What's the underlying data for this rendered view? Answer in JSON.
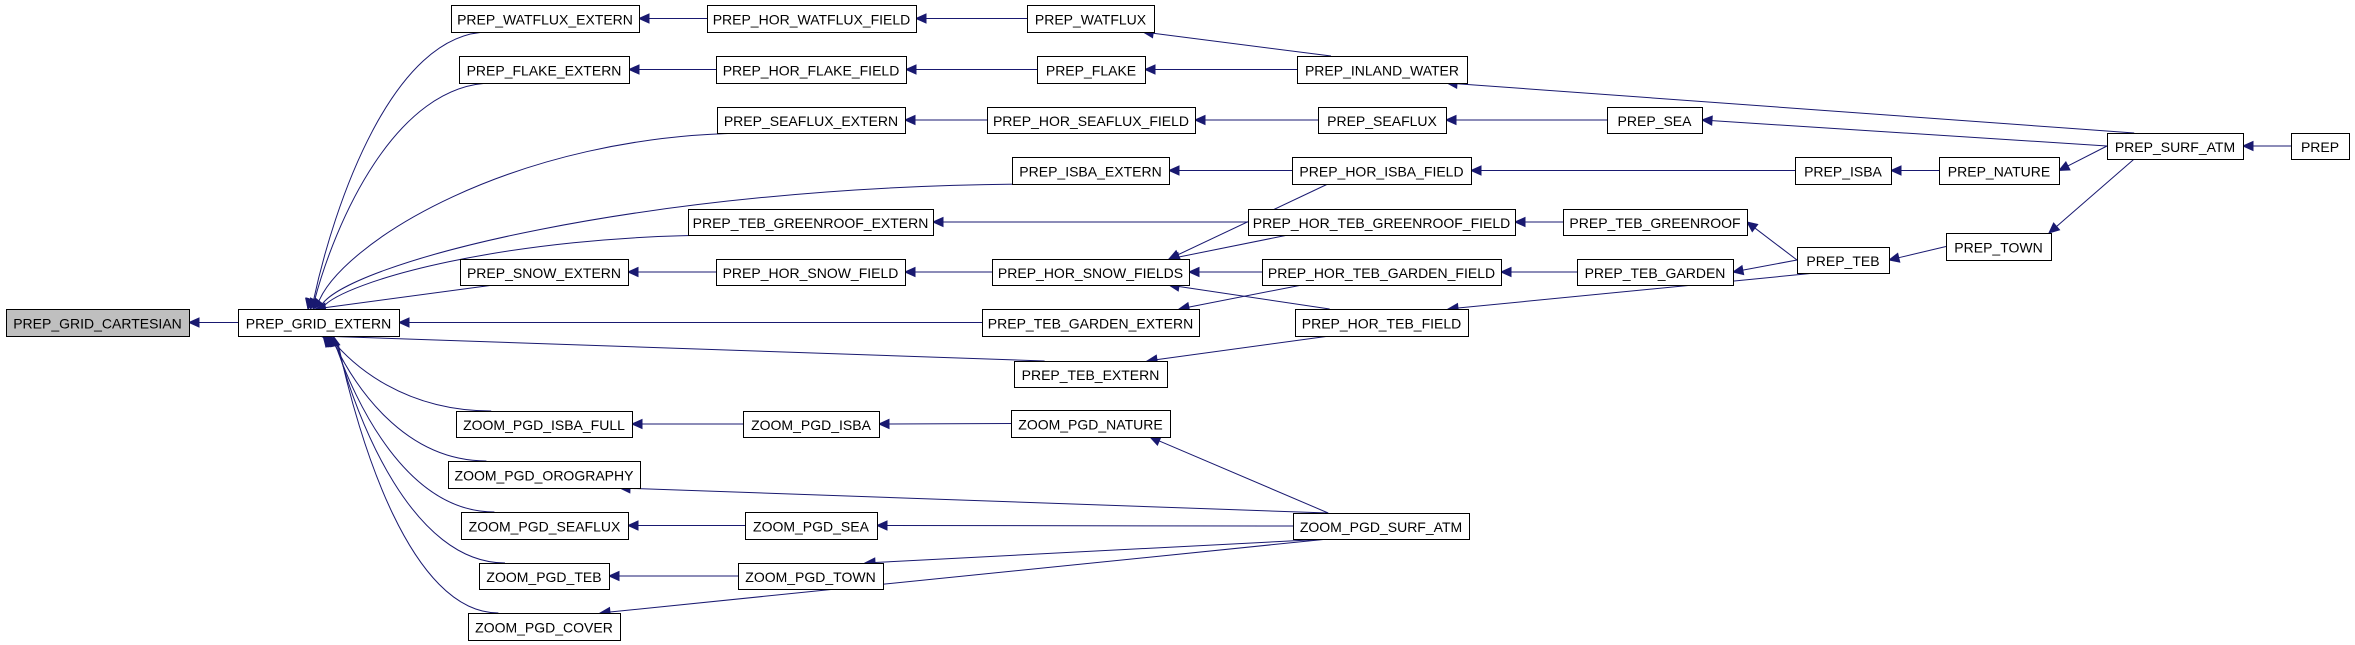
{
  "diagram": {
    "type": "call-graph",
    "root": "PREP_GRID_CARTESIAN",
    "colors": {
      "edge": "#191970",
      "root_fill": "#bfbfbf",
      "node_fill": "#ffffff",
      "border": "#000000"
    },
    "nodes": [
      {
        "id": "PREP_GRID_CARTESIAN",
        "label": "PREP_GRID_CARTESIAN",
        "highlight": true
      },
      {
        "id": "PREP_GRID_EXTERN",
        "label": "PREP_GRID_EXTERN"
      },
      {
        "id": "PREP_WATFLUX_EXTERN",
        "label": "PREP_WATFLUX_EXTERN"
      },
      {
        "id": "PREP_FLAKE_EXTERN",
        "label": "PREP_FLAKE_EXTERN"
      },
      {
        "id": "PREP_SEAFLUX_EXTERN",
        "label": "PREP_SEAFLUX_EXTERN"
      },
      {
        "id": "PREP_ISBA_EXTERN",
        "label": "PREP_ISBA_EXTERN"
      },
      {
        "id": "PREP_TEB_GREENROOF_EXTERN",
        "label": "PREP_TEB_GREENROOF_EXTERN"
      },
      {
        "id": "PREP_SNOW_EXTERN",
        "label": "PREP_SNOW_EXTERN"
      },
      {
        "id": "PREP_TEB_GARDEN_EXTERN",
        "label": "PREP_TEB_GARDEN_EXTERN"
      },
      {
        "id": "PREP_TEB_EXTERN",
        "label": "PREP_TEB_EXTERN"
      },
      {
        "id": "ZOOM_PGD_ISBA_FULL",
        "label": "ZOOM_PGD_ISBA_FULL"
      },
      {
        "id": "ZOOM_PGD_OROGRAPHY",
        "label": "ZOOM_PGD_OROGRAPHY"
      },
      {
        "id": "ZOOM_PGD_SEAFLUX",
        "label": "ZOOM_PGD_SEAFLUX"
      },
      {
        "id": "ZOOM_PGD_TEB",
        "label": "ZOOM_PGD_TEB"
      },
      {
        "id": "ZOOM_PGD_COVER",
        "label": "ZOOM_PGD_COVER"
      },
      {
        "id": "PREP_HOR_WATFLUX_FIELD",
        "label": "PREP_HOR_WATFLUX_FIELD"
      },
      {
        "id": "PREP_HOR_FLAKE_FIELD",
        "label": "PREP_HOR_FLAKE_FIELD"
      },
      {
        "id": "PREP_HOR_SEAFLUX_FIELD",
        "label": "PREP_HOR_SEAFLUX_FIELD"
      },
      {
        "id": "PREP_HOR_SNOW_FIELD",
        "label": "PREP_HOR_SNOW_FIELD"
      },
      {
        "id": "PREP_HOR_SNOW_FIELDS",
        "label": "PREP_HOR_SNOW_FIELDS"
      },
      {
        "id": "ZOOM_PGD_ISBA",
        "label": "ZOOM_PGD_ISBA"
      },
      {
        "id": "ZOOM_PGD_SEA",
        "label": "ZOOM_PGD_SEA"
      },
      {
        "id": "ZOOM_PGD_TOWN",
        "label": "ZOOM_PGD_TOWN"
      },
      {
        "id": "PREP_WATFLUX",
        "label": "PREP_WATFLUX"
      },
      {
        "id": "PREP_FLAKE",
        "label": "PREP_FLAKE"
      },
      {
        "id": "PREP_SEAFLUX",
        "label": "PREP_SEAFLUX"
      },
      {
        "id": "PREP_HOR_ISBA_FIELD",
        "label": "PREP_HOR_ISBA_FIELD"
      },
      {
        "id": "PREP_HOR_TEB_GREENROOF_FIELD",
        "label": "PREP_HOR_TEB_GREENROOF_FIELD"
      },
      {
        "id": "PREP_HOR_TEB_GARDEN_FIELD",
        "label": "PREP_HOR_TEB_GARDEN_FIELD"
      },
      {
        "id": "PREP_HOR_TEB_FIELD",
        "label": "PREP_HOR_TEB_FIELD"
      },
      {
        "id": "ZOOM_PGD_NATURE",
        "label": "ZOOM_PGD_NATURE"
      },
      {
        "id": "ZOOM_PGD_SURF_ATM",
        "label": "ZOOM_PGD_SURF_ATM"
      },
      {
        "id": "PREP_INLAND_WATER",
        "label": "PREP_INLAND_WATER"
      },
      {
        "id": "PREP_SEA",
        "label": "PREP_SEA"
      },
      {
        "id": "PREP_ISBA",
        "label": "PREP_ISBA"
      },
      {
        "id": "PREP_TEB_GREENROOF",
        "label": "PREP_TEB_GREENROOF"
      },
      {
        "id": "PREP_TEB_GARDEN",
        "label": "PREP_TEB_GARDEN"
      },
      {
        "id": "PREP_TEB",
        "label": "PREP_TEB"
      },
      {
        "id": "PREP_NATURE",
        "label": "PREP_NATURE"
      },
      {
        "id": "PREP_TOWN",
        "label": "PREP_TOWN"
      },
      {
        "id": "PREP_SURF_ATM",
        "label": "PREP_SURF_ATM"
      },
      {
        "id": "PREP",
        "label": "PREP"
      }
    ],
    "edges": [
      {
        "from": "PREP_GRID_EXTERN",
        "to": "PREP_GRID_CARTESIAN"
      },
      {
        "from": "PREP_WATFLUX_EXTERN",
        "to": "PREP_GRID_EXTERN"
      },
      {
        "from": "PREP_FLAKE_EXTERN",
        "to": "PREP_GRID_EXTERN"
      },
      {
        "from": "PREP_SEAFLUX_EXTERN",
        "to": "PREP_GRID_EXTERN"
      },
      {
        "from": "PREP_ISBA_EXTERN",
        "to": "PREP_GRID_EXTERN"
      },
      {
        "from": "PREP_TEB_GREENROOF_EXTERN",
        "to": "PREP_GRID_EXTERN"
      },
      {
        "from": "PREP_SNOW_EXTERN",
        "to": "PREP_GRID_EXTERN"
      },
      {
        "from": "PREP_TEB_GARDEN_EXTERN",
        "to": "PREP_GRID_EXTERN"
      },
      {
        "from": "PREP_TEB_EXTERN",
        "to": "PREP_GRID_EXTERN"
      },
      {
        "from": "ZOOM_PGD_ISBA_FULL",
        "to": "PREP_GRID_EXTERN"
      },
      {
        "from": "ZOOM_PGD_OROGRAPHY",
        "to": "PREP_GRID_EXTERN"
      },
      {
        "from": "ZOOM_PGD_SEAFLUX",
        "to": "PREP_GRID_EXTERN"
      },
      {
        "from": "ZOOM_PGD_TEB",
        "to": "PREP_GRID_EXTERN"
      },
      {
        "from": "ZOOM_PGD_COVER",
        "to": "PREP_GRID_EXTERN"
      },
      {
        "from": "PREP_HOR_WATFLUX_FIELD",
        "to": "PREP_WATFLUX_EXTERN"
      },
      {
        "from": "PREP_WATFLUX",
        "to": "PREP_HOR_WATFLUX_FIELD"
      },
      {
        "from": "PREP_INLAND_WATER",
        "to": "PREP_WATFLUX"
      },
      {
        "from": "PREP_HOR_FLAKE_FIELD",
        "to": "PREP_FLAKE_EXTERN"
      },
      {
        "from": "PREP_FLAKE",
        "to": "PREP_HOR_FLAKE_FIELD"
      },
      {
        "from": "PREP_INLAND_WATER",
        "to": "PREP_FLAKE"
      },
      {
        "from": "PREP_SURF_ATM",
        "to": "PREP_INLAND_WATER"
      },
      {
        "from": "PREP_HOR_SEAFLUX_FIELD",
        "to": "PREP_SEAFLUX_EXTERN"
      },
      {
        "from": "PREP_SEAFLUX",
        "to": "PREP_HOR_SEAFLUX_FIELD"
      },
      {
        "from": "PREP_SEA",
        "to": "PREP_SEAFLUX"
      },
      {
        "from": "PREP_SURF_ATM",
        "to": "PREP_SEA"
      },
      {
        "from": "PREP_HOR_ISBA_FIELD",
        "to": "PREP_ISBA_EXTERN"
      },
      {
        "from": "PREP_HOR_ISBA_FIELD",
        "to": "PREP_HOR_SNOW_FIELDS"
      },
      {
        "from": "PREP_ISBA",
        "to": "PREP_HOR_ISBA_FIELD"
      },
      {
        "from": "PREP_NATURE",
        "to": "PREP_ISBA"
      },
      {
        "from": "PREP_SURF_ATM",
        "to": "PREP_NATURE"
      },
      {
        "from": "PREP_HOR_TEB_GREENROOF_FIELD",
        "to": "PREP_TEB_GREENROOF_EXTERN"
      },
      {
        "from": "PREP_HOR_TEB_GREENROOF_FIELD",
        "to": "PREP_HOR_SNOW_FIELDS"
      },
      {
        "from": "PREP_TEB_GREENROOF",
        "to": "PREP_HOR_TEB_GREENROOF_FIELD"
      },
      {
        "from": "PREP_TEB",
        "to": "PREP_TEB_GREENROOF"
      },
      {
        "from": "PREP_HOR_SNOW_FIELD",
        "to": "PREP_SNOW_EXTERN"
      },
      {
        "from": "PREP_HOR_SNOW_FIELDS",
        "to": "PREP_HOR_SNOW_FIELD"
      },
      {
        "from": "PREP_HOR_TEB_GARDEN_FIELD",
        "to": "PREP_HOR_SNOW_FIELDS"
      },
      {
        "from": "PREP_HOR_TEB_GARDEN_FIELD",
        "to": "PREP_TEB_GARDEN_EXTERN"
      },
      {
        "from": "PREP_TEB_GARDEN",
        "to": "PREP_HOR_TEB_GARDEN_FIELD"
      },
      {
        "from": "PREP_TEB",
        "to": "PREP_TEB_GARDEN"
      },
      {
        "from": "PREP_HOR_TEB_FIELD",
        "to": "PREP_HOR_SNOW_FIELDS"
      },
      {
        "from": "PREP_HOR_TEB_FIELD",
        "to": "PREP_TEB_EXTERN"
      },
      {
        "from": "PREP_TEB",
        "to": "PREP_HOR_TEB_FIELD"
      },
      {
        "from": "PREP_TOWN",
        "to": "PREP_TEB"
      },
      {
        "from": "PREP_SURF_ATM",
        "to": "PREP_TOWN"
      },
      {
        "from": "PREP",
        "to": "PREP_SURF_ATM"
      },
      {
        "from": "ZOOM_PGD_ISBA",
        "to": "ZOOM_PGD_ISBA_FULL"
      },
      {
        "from": "ZOOM_PGD_NATURE",
        "to": "ZOOM_PGD_ISBA"
      },
      {
        "from": "ZOOM_PGD_SURF_ATM",
        "to": "ZOOM_PGD_NATURE"
      },
      {
        "from": "ZOOM_PGD_SURF_ATM",
        "to": "ZOOM_PGD_OROGRAPHY"
      },
      {
        "from": "ZOOM_PGD_SEA",
        "to": "ZOOM_PGD_SEAFLUX"
      },
      {
        "from": "ZOOM_PGD_SURF_ATM",
        "to": "ZOOM_PGD_SEA"
      },
      {
        "from": "ZOOM_PGD_TOWN",
        "to": "ZOOM_PGD_TEB"
      },
      {
        "from": "ZOOM_PGD_SURF_ATM",
        "to": "ZOOM_PGD_TOWN"
      },
      {
        "from": "ZOOM_PGD_SURF_ATM",
        "to": "ZOOM_PGD_COVER"
      }
    ]
  }
}
